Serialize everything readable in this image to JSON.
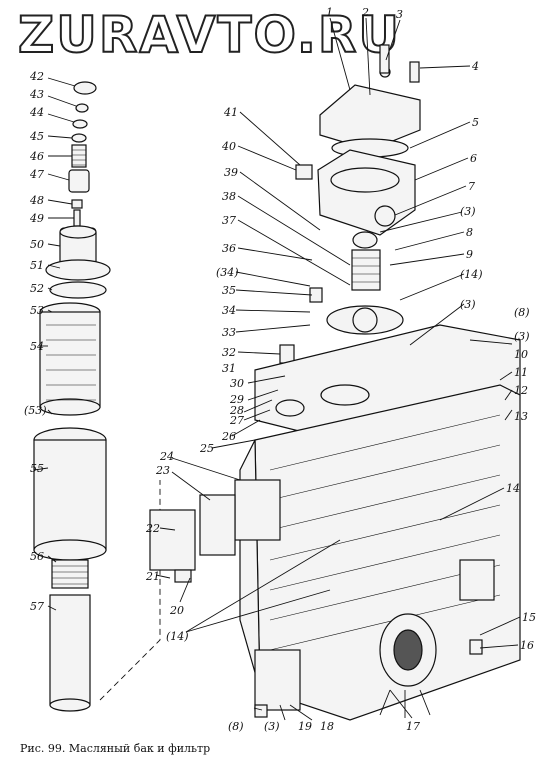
{
  "watermark": "ZURAVTO.RU",
  "caption": "Рис. 99. Масляный бак и фильтр",
  "callouts": [
    "1",
    "2",
    "3",
    "4",
    "5",
    "6",
    "7",
    "(3)",
    "8",
    "9",
    "(14)",
    "(3)",
    "(8)",
    "(3)",
    "10",
    "11",
    "12",
    "13",
    "14",
    "15",
    "16",
    "17",
    "18",
    "19",
    "(3)",
    "(8)",
    "20",
    "21",
    "22",
    "23",
    "24",
    "25",
    "26",
    "27",
    "28",
    "29",
    "30",
    "31",
    "32",
    "33",
    "34",
    "35",
    "(34)",
    "36",
    "37",
    "38",
    "39",
    "40",
    "41",
    "42",
    "43",
    "44",
    "45",
    "46",
    "47",
    "48",
    "49",
    "50",
    "51",
    "52",
    "53",
    "54",
    "(53)",
    "55",
    "56",
    "57",
    "(14)"
  ],
  "colors": {
    "ink": "#111111",
    "paper": "#ffffff"
  }
}
